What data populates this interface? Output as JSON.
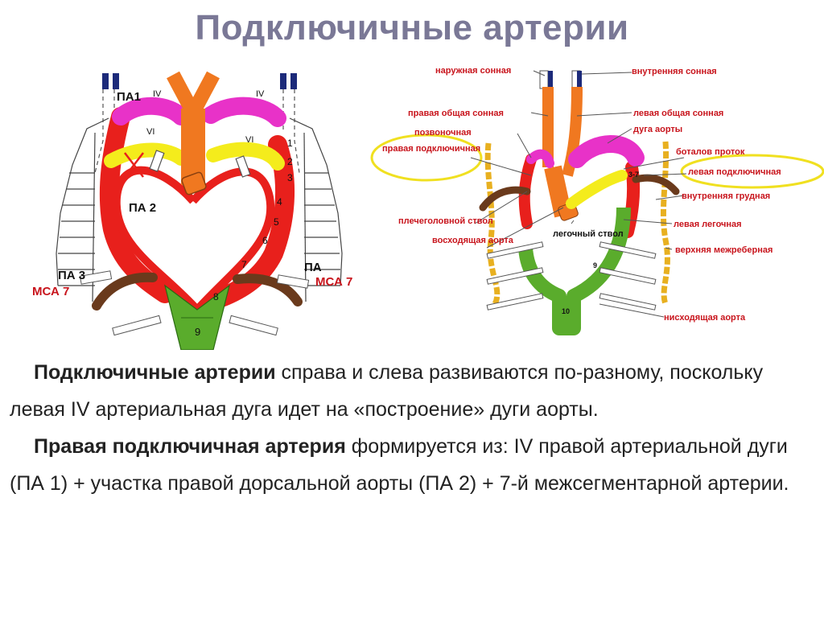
{
  "title": "Подключичные артерии",
  "left_figure": {
    "labels": {
      "pa1": "ПА1",
      "roman_iv_left": "IV",
      "roman_iv_right": "IV",
      "roman_vi_left": "VI",
      "roman_vi_right": "VI",
      "pa2": "ПА 2",
      "pa3": "ПА 3",
      "msa7_left": "МСА 7",
      "pa_right": "ПА",
      "msa7_right": "МСА 7",
      "seg1": "1",
      "seg2": "2",
      "seg3": "3",
      "seg4": "4",
      "seg5": "5",
      "seg6": "6",
      "seg7": "7",
      "seg8": "8",
      "seg9": "9"
    }
  },
  "right_figure": {
    "labels": {
      "external_carotid": "наружная сонная",
      "internal_carotid": "внутренняя сонная",
      "right_common_carotid": "правая общая сонная",
      "left_common_carotid": "левая общая сонная",
      "vertebral": "позвоночная",
      "aortic_arch": "дуга аорты",
      "right_subclavian": "правая подключичная",
      "ductus": "боталов проток",
      "left_subclavian": "левая подключичная",
      "internal_thoracic": "внутренняя грудная",
      "brachiocephalic": "плечеголовной ствол",
      "ascending_aorta": "восходящая аорта",
      "pulmonary_trunk": "легочный ствол",
      "left_pulmonary": "левая легочная",
      "superior_intercostal": "верхняя межреберная",
      "descending_aorta": "нисходящая аорта",
      "seg3_7": "3-7",
      "seg9": "9",
      "seg10": "10"
    }
  },
  "paragraph1": {
    "bold": "Подключичные артерии",
    "rest": " справа и слева развиваются по-разному, поскольку левая IV артериальная дуга идет на «построение» дуги аорты."
  },
  "paragraph2": {
    "bold": "Правая подключичная артерия",
    "rest": " формируется из: IV правой артериальной дуги (ПА 1) + участка правой дорсальной аорты (ПА 2) + 7-й межсегментарной артерии."
  },
  "colors": {
    "title": "#7a7896",
    "red": "#e8201c",
    "orange": "#f07820",
    "magenta": "#e832c8",
    "yellow": "#f4ec1c",
    "green": "#5aac2c",
    "brown": "#6a3a1c",
    "navy": "#1c2a7a",
    "label_red": "#c8141c",
    "highlight": "#f0e020"
  }
}
